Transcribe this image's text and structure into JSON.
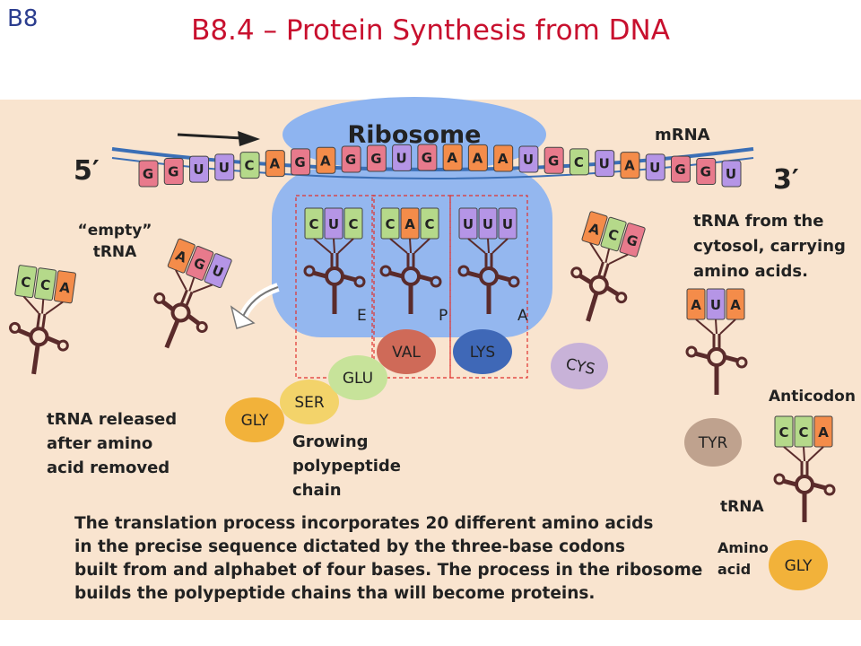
{
  "header": {
    "section_tag": "B8",
    "title": "B8.4 – Protein Synthesis from DNA"
  },
  "diagram": {
    "ribosome_label": "Ribosome",
    "mrna_label": "mRNA",
    "five_prime": "5′",
    "three_prime": "3′",
    "mrna_bases": [
      "G",
      "G",
      "U",
      "U",
      "C",
      "A",
      "G",
      "A",
      "G",
      "G",
      "U",
      "G",
      "A",
      "A",
      "A",
      "U",
      "G",
      "C",
      "U",
      "A",
      "U",
      "G",
      "G",
      "U"
    ],
    "sites": [
      "E",
      "P",
      "A"
    ],
    "anticodons_in_ribosome": [
      [
        "C",
        "U",
        "C"
      ],
      [
        "C",
        "A",
        "C"
      ],
      [
        "U",
        "U",
        "U"
      ]
    ],
    "amino_acids_chain": [
      "GLY",
      "SER",
      "GLU",
      "VAL",
      "LYS"
    ],
    "incoming_trna": {
      "anticodon": [
        "A",
        "C",
        "G"
      ],
      "amino_acid": "CYS"
    },
    "empty_trna_label": "“empty”\ntRNA",
    "empty_trna_anticodon": [
      "A",
      "G",
      "U"
    ],
    "released_trna_anticodon": [
      "C",
      "C",
      "A"
    ],
    "released_label": [
      "tRNA released",
      "after amino",
      "acid removed"
    ],
    "growing_chain_label": [
      "Growing",
      "polypeptide",
      "chain"
    ],
    "cytosol_label": [
      "tRNA from the",
      "cytosol, carrying",
      "amino acids."
    ],
    "tyr_trna": {
      "anticodon": [
        "A",
        "U",
        "A"
      ],
      "amino_acid": "TYR"
    },
    "legend_trna": {
      "anticodon_label": "Anticodon",
      "anticodon": [
        "C",
        "C",
        "A"
      ],
      "trna_label": "tRNA",
      "amino_label": [
        "Amino",
        "acid"
      ],
      "amino_acid": "GLY"
    },
    "caption": [
      "The translation process incorporates 20 different amino acids",
      "in the precise sequence dictated by the three-base codons",
      "built from and alphabet of four bases. The process in the ribosome",
      "builds the polypeptide chains tha will become proteins."
    ]
  },
  "colors": {
    "title": "#c8102e",
    "section_tag": "#2c3e8f",
    "background_panel": "#f9e4cf",
    "base_G": "#e87a8c",
    "base_U": "#b595e6",
    "base_C": "#b5d98a",
    "base_A": "#f48c4a",
    "ribosome": "#8eb4f0",
    "site_label": "#e0322d"
  }
}
